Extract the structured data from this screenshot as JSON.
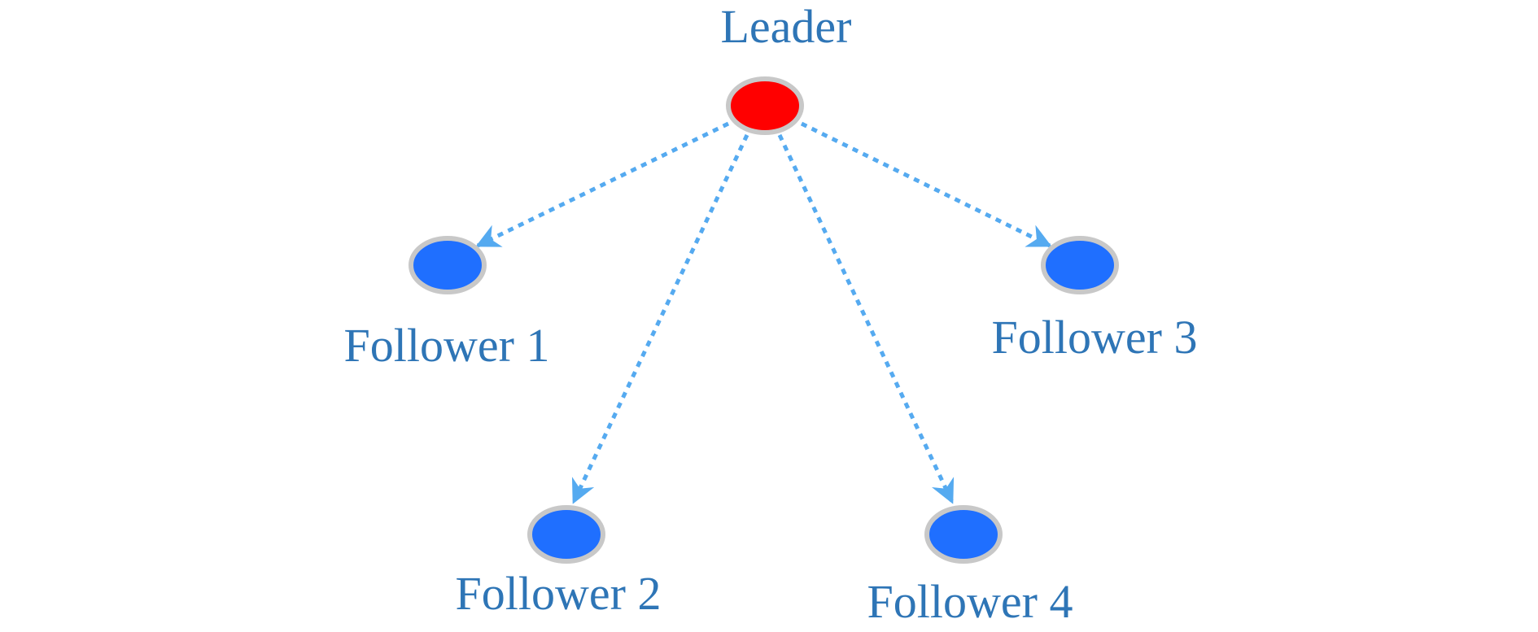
{
  "colors": {
    "leader_fill": "#ff0000",
    "follower_fill": "#1f6fff",
    "node_stroke": "#c8c8c8",
    "edge": "#55aaf0",
    "label": "#2e75b6"
  },
  "nodes": {
    "leader": {
      "label": "Leader"
    },
    "follower1": {
      "label": "Follower 1"
    },
    "follower2": {
      "label": "Follower 2"
    },
    "follower3": {
      "label": "Follower 3"
    },
    "follower4": {
      "label": "Follower 4"
    }
  },
  "edges": [
    {
      "from": "Leader",
      "to": "Follower 1",
      "style": "dashed",
      "directed": true
    },
    {
      "from": "Leader",
      "to": "Follower 2",
      "style": "dotted",
      "directed": true
    },
    {
      "from": "Leader",
      "to": "Follower 3",
      "style": "dashed",
      "directed": true
    },
    {
      "from": "Leader",
      "to": "Follower 4",
      "style": "dotted",
      "directed": true
    }
  ]
}
